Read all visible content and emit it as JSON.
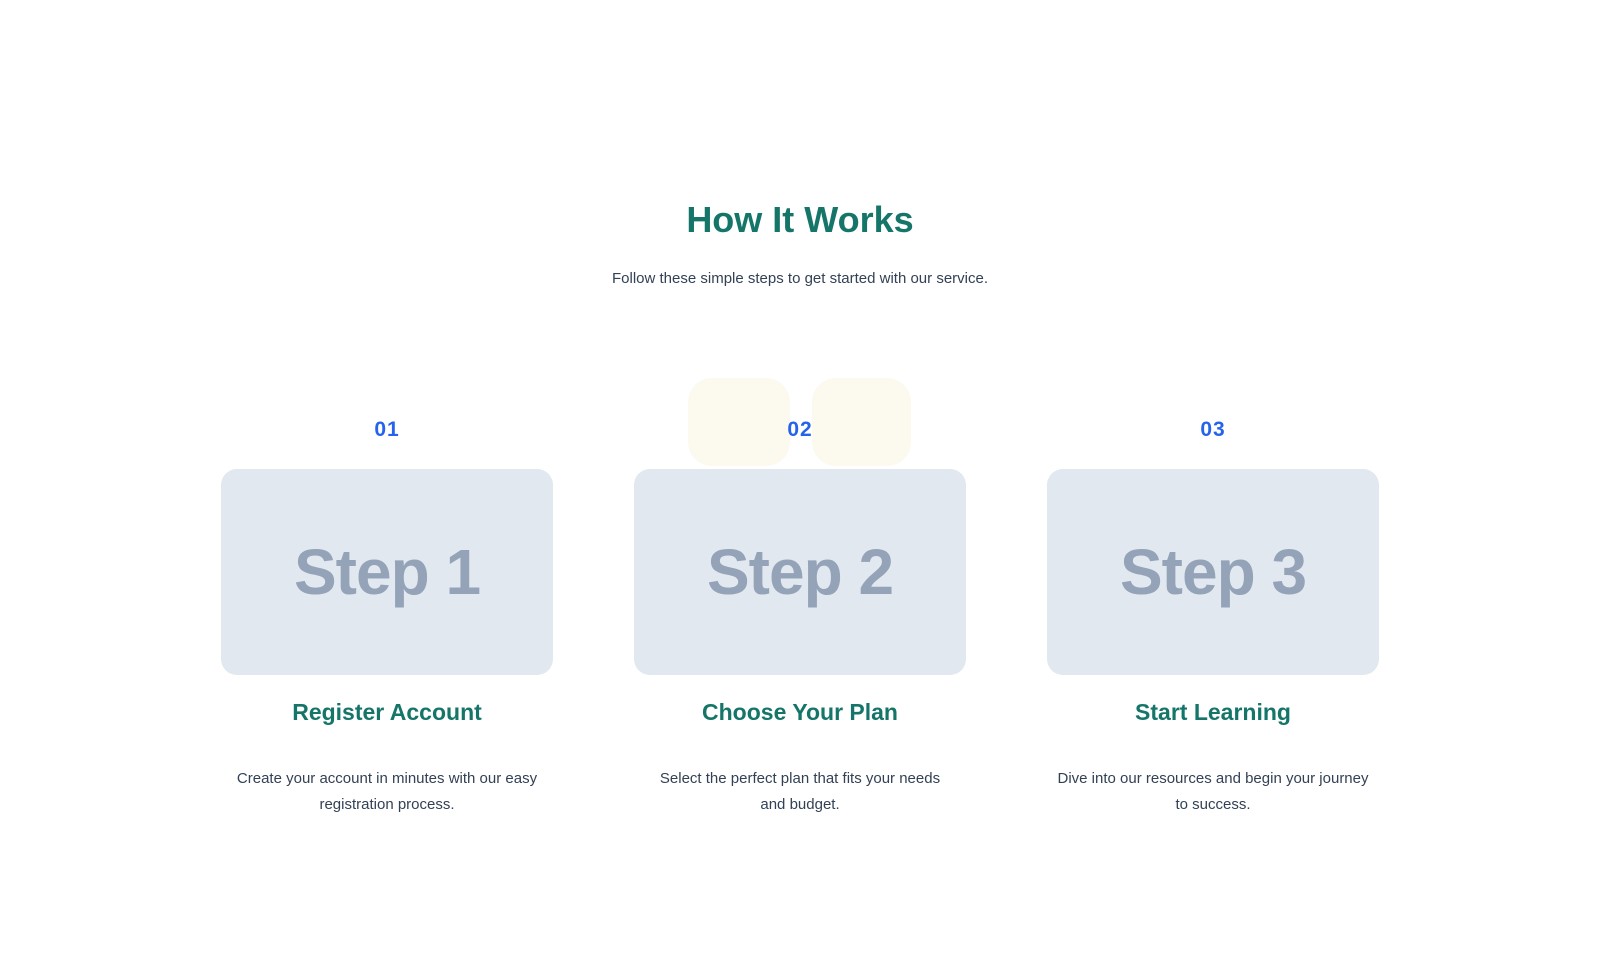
{
  "header": {
    "title": "How It Works",
    "subtitle": "Follow these simple steps to get started with our service."
  },
  "theme": {
    "accent_teal": "#147568",
    "accent_blue": "#2563eb",
    "placeholder_bg": "#e2e8f0",
    "placeholder_text": "#94a3b8",
    "decor_cream": "#fcf9ef",
    "body_text": "#334155",
    "page_bg": "#ffffff"
  },
  "steps": [
    {
      "number": "01",
      "image_label": "Step 1",
      "title": "Register Account",
      "description": [
        "Create your account in minutes with our easy",
        "registration process."
      ]
    },
    {
      "number": "02",
      "image_label": "Step 2",
      "title": "Choose Your Plan",
      "description": [
        "Select the perfect plan that fits your needs",
        "and budget."
      ]
    },
    {
      "number": "03",
      "image_label": "Step 3",
      "title": "Start Learning",
      "description": [
        "Dive into our resources and begin your journey",
        "to success."
      ]
    }
  ]
}
